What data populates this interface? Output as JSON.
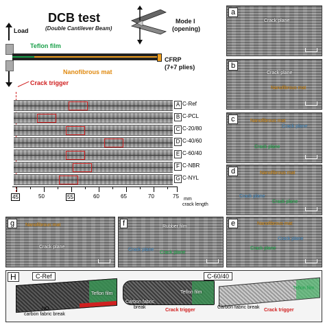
{
  "figure": {
    "title": "DCB test",
    "subtitle": "(Double Cantilever Beam)",
    "load_label": "Load",
    "teflon_label": "Teflon film",
    "nanomat_label": "Nanofibrous mat",
    "cfrp_label": "CFRP",
    "cfrp_plies": "(7+7 plies)",
    "crack_trigger_label": "Crack trigger",
    "mode_label": "Mode I",
    "mode_sub": "(opening)",
    "axis_unit": "mm",
    "axis_caption": "crack length",
    "ticks": [
      "45",
      "50",
      "55",
      "60",
      "65",
      "70",
      "75"
    ]
  },
  "specimens": [
    {
      "letter": "A",
      "name": "C-Ref"
    },
    {
      "letter": "B",
      "name": "C-PCL"
    },
    {
      "letter": "C",
      "name": "C-20/80"
    },
    {
      "letter": "D",
      "name": "C-40/60"
    },
    {
      "letter": "E",
      "name": "C-60/40"
    },
    {
      "letter": "F",
      "name": "C-NBR"
    },
    {
      "letter": "G",
      "name": "C-NYL"
    }
  ],
  "panels": {
    "a": {
      "letter": "a",
      "crack_plane": "Crack plane"
    },
    "b": {
      "letter": "b",
      "crack_plane": "Crack plane",
      "nanomat": "Nanofibrous mat"
    },
    "c": {
      "letter": "c",
      "nanomat": "Nanofibrous mat",
      "crack_plane_1": "Crack plane",
      "crack_plane_2": "Crack plane"
    },
    "d": {
      "letter": "d",
      "nanomat": "Nanofibrous mat",
      "crack_plane_1": "Crack plane",
      "crack_plane_2": "Crack plane"
    },
    "e": {
      "letter": "e",
      "nanomat": "Nanofibrous mat",
      "crack_plane_1": "Crack plane",
      "crack_plane_2": "Crack plane"
    },
    "f": {
      "letter": "f",
      "rubber": "Rubber film",
      "crack_plane_1": "Crack plane",
      "crack_plane_2": "Crack plane"
    },
    "g": {
      "letter": "g",
      "nanomat": "Nanofibrous mat",
      "crack_plane": "Crack plane"
    }
  },
  "panelH": {
    "letter": "H",
    "left_title": "C-Ref",
    "right_title": "C-60/40",
    "teflon_1": "Teflon film",
    "teflon_2": "Teflon film",
    "teflon_3": "Teflon film",
    "no_break_1": "NO",
    "no_break_2": "carbon fabric break",
    "cf_break_1": "Carbon fabric",
    "cf_break_2": "break",
    "cf_break_3": "Carbon fabric break",
    "trigger_1": "Crack trigger",
    "trigger_2": "Crack trigger"
  },
  "colors": {
    "red": "#d02020",
    "orange": "#f0a020",
    "green": "#1aa04a",
    "blue": "#5fa8e0"
  }
}
